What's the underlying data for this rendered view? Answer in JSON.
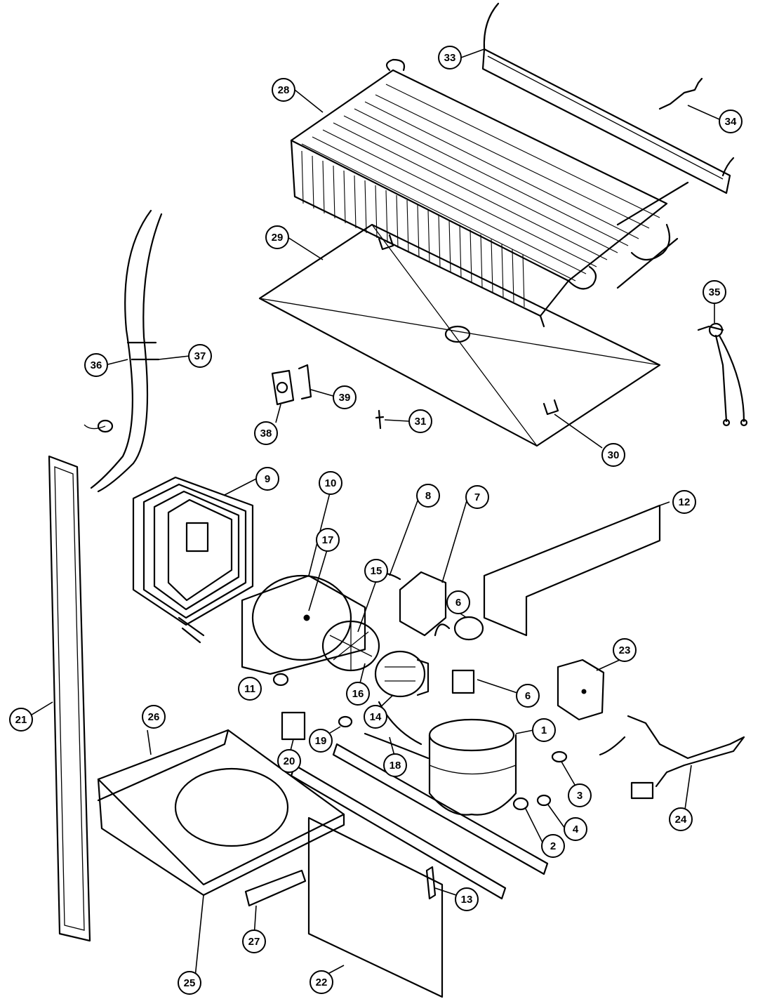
{
  "callouts": [
    {
      "id": "1",
      "label": "1"
    },
    {
      "id": "2",
      "label": "2"
    },
    {
      "id": "3",
      "label": "3"
    },
    {
      "id": "4",
      "label": "4"
    },
    {
      "id": "6a",
      "label": "6"
    },
    {
      "id": "6b",
      "label": "6"
    },
    {
      "id": "7",
      "label": "7"
    },
    {
      "id": "8",
      "label": "8"
    },
    {
      "id": "9",
      "label": "9"
    },
    {
      "id": "10",
      "label": "10"
    },
    {
      "id": "11",
      "label": "11"
    },
    {
      "id": "12",
      "label": "12"
    },
    {
      "id": "13",
      "label": "13"
    },
    {
      "id": "14",
      "label": "14"
    },
    {
      "id": "15",
      "label": "15"
    },
    {
      "id": "16",
      "label": "16"
    },
    {
      "id": "17",
      "label": "17"
    },
    {
      "id": "18",
      "label": "18"
    },
    {
      "id": "19",
      "label": "19"
    },
    {
      "id": "20",
      "label": "20"
    },
    {
      "id": "21",
      "label": "21"
    },
    {
      "id": "22",
      "label": "22"
    },
    {
      "id": "23",
      "label": "23"
    },
    {
      "id": "24",
      "label": "24"
    },
    {
      "id": "25",
      "label": "25"
    },
    {
      "id": "26",
      "label": "26"
    },
    {
      "id": "27",
      "label": "27"
    },
    {
      "id": "28",
      "label": "28"
    },
    {
      "id": "29",
      "label": "29"
    },
    {
      "id": "30",
      "label": "30"
    },
    {
      "id": "31",
      "label": "31"
    },
    {
      "id": "33",
      "label": "33"
    },
    {
      "id": "34",
      "label": "34"
    },
    {
      "id": "35",
      "label": "35"
    },
    {
      "id": "36",
      "label": "36"
    },
    {
      "id": "37",
      "label": "37"
    },
    {
      "id": "38",
      "label": "38"
    },
    {
      "id": "39",
      "label": "39"
    }
  ]
}
